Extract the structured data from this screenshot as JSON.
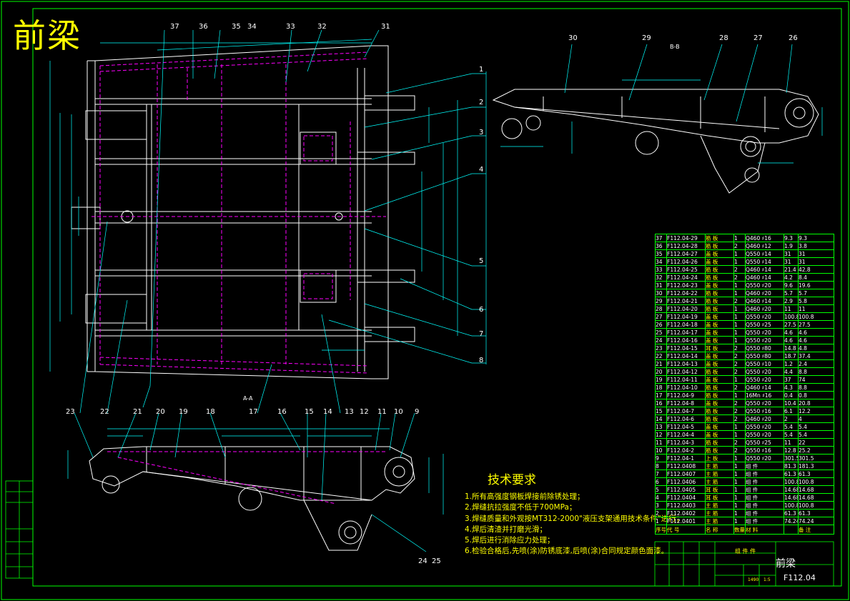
{
  "title": "前梁",
  "tech_requirements": {
    "heading": "技术要求",
    "lines": [
      "1.所有高强度钢板焊接前除锈处理；",
      "2.焊缝抗拉强度不低于700MPa；",
      "3.焊缝质量和外观按MT312-2000\"液压支架通用技术条件\"进行；",
      "4.焊后清渣并打磨光滑；",
      "5.焊后进行消除应力处理；",
      "6.检验合格后,先喷(涂)防锈底漆,后喷(涂)合同规定颜色面漆。"
    ]
  },
  "callouts_top": [
    "37",
    "36",
    "35",
    "34",
    "33",
    "32",
    "31",
    "30",
    "29",
    "28",
    "27",
    "26"
  ],
  "callouts_right": [
    "1",
    "2",
    "3",
    "4",
    "5",
    "6",
    "7",
    "8"
  ],
  "callouts_bottom": [
    "23",
    "22",
    "21",
    "20",
    "19",
    "18",
    "17",
    "16",
    "15",
    "14",
    "13",
    "12",
    "11",
    "10",
    "9",
    "24",
    "25"
  ],
  "section_labels": {
    "bb": "B-B",
    "aa": "A-A"
  },
  "bom": {
    "header": [
      "序号",
      "代 号",
      "名 称",
      "数量",
      "材 料",
      "",
      "备 注"
    ],
    "rows": [
      [
        "37",
        "F112.04-29",
        "筋 板",
        "1",
        "Q460 ♯16",
        "9.3",
        "9.3"
      ],
      [
        "36",
        "F112.04-28",
        "筋 板",
        "2",
        "Q460 ♯12",
        "1.9",
        "3.8"
      ],
      [
        "35",
        "F112.04-27",
        "盖 板",
        "1",
        "Q550 ♯14",
        "31",
        "31"
      ],
      [
        "34",
        "F112.04-26",
        "盖 板",
        "1",
        "Q550 ♯14",
        "31",
        "31"
      ],
      [
        "33",
        "F112.04-25",
        "筋 板",
        "2",
        "Q460 ♯14",
        "21.4",
        "42.8"
      ],
      [
        "32",
        "F112.04-24",
        "筋 板",
        "2",
        "Q460 ♯14",
        "4.2",
        "8.4"
      ],
      [
        "31",
        "F112.04-23",
        "盖 板",
        "1",
        "Q550 ♯20",
        "9.6",
        "19.6"
      ],
      [
        "30",
        "F112.04-22",
        "筋 板",
        "1",
        "Q460 ♯20",
        "5.7",
        "5.7"
      ],
      [
        "29",
        "F112.04-21",
        "筋 板",
        "2",
        "Q460 ♯14",
        "2.9",
        "5.8"
      ],
      [
        "28",
        "F112.04-20",
        "筋 板",
        "1",
        "Q460 ♯20",
        "11",
        "11"
      ],
      [
        "27",
        "F112.04-19",
        "盖 板",
        "1",
        "Q550 ♯20",
        "100.8",
        "100.8"
      ],
      [
        "26",
        "F112.04-18",
        "盖 板",
        "1",
        "Q550 ♯25",
        "27.5",
        "27.5"
      ],
      [
        "25",
        "F112.04-17",
        "盖 板",
        "1",
        "Q550 ♯20",
        "4.6",
        "4.6"
      ],
      [
        "24",
        "F112.04-16",
        "盖 板",
        "1",
        "Q550 ♯20",
        "4.6",
        "4.6"
      ],
      [
        "23",
        "F112.04-15",
        "耳 板",
        "2",
        "Q550 ♯80",
        "14.8",
        "4.8"
      ],
      [
        "22",
        "F112.04-14",
        "盖 板",
        "2",
        "Q550 ♯80",
        "18.7",
        "37.4"
      ],
      [
        "21",
        "F112.04-13",
        "盖 板",
        "2",
        "Q550 ♯10",
        "1.2",
        "2.4"
      ],
      [
        "20",
        "F112.04-12",
        "筋 板",
        "2",
        "Q550 ♯20",
        "4.4",
        "8.8"
      ],
      [
        "19",
        "F112.04-11",
        "盖 板",
        "1",
        "Q550 ♯20",
        "37",
        "74"
      ],
      [
        "18",
        "F112.04-10",
        "筋 板",
        "2",
        "Q460 ♯14",
        "4.3",
        "8.8"
      ],
      [
        "17",
        "F112.04-9",
        "筋 板",
        "1",
        "16Mn ♯16",
        "0.4",
        "0.8"
      ],
      [
        "16",
        "F112.04-8",
        "盖 板",
        "2",
        "Q550 ♯20",
        "10.4",
        "20.8"
      ],
      [
        "15",
        "F112.04-7",
        "筋 板",
        "2",
        "Q550 ♯16",
        "6.1",
        "12.2"
      ],
      [
        "14",
        "F112.04-6",
        "筋 板",
        "2",
        "Q460 ♯20",
        "2",
        "4"
      ],
      [
        "13",
        "F112.04-5",
        "盖 板",
        "1",
        "Q550 ♯20",
        "5.4",
        "5.4"
      ],
      [
        "12",
        "F112.04-4",
        "盖 板",
        "1",
        "Q550 ♯20",
        "5.4",
        "5.4"
      ],
      [
        "11",
        "F112.04-3",
        "筋 板",
        "2",
        "Q550 ♯25",
        "11",
        "22"
      ],
      [
        "10",
        "F112.04-2",
        "筋 板",
        "2",
        "Q550 ♯16",
        "12.8",
        "25.2"
      ],
      [
        "9",
        "F112.04-1",
        "上 板",
        "1",
        "Q550 ♯20",
        "301.5",
        "301.5"
      ],
      [
        "8",
        "F112.0408",
        "主 筋",
        "1",
        "组 件",
        "81.3",
        "181.3"
      ],
      [
        "7",
        "F112.0407",
        "主 筋",
        "1",
        "组 件",
        "61.3",
        "61.3"
      ],
      [
        "6",
        "F112.0406",
        "主 筋",
        "1",
        "组 件",
        "100.8",
        "100.8"
      ],
      [
        "5",
        "F112.0405",
        "耳 板",
        "1",
        "组 件",
        "14.68",
        "14.68"
      ],
      [
        "4",
        "F112.0404",
        "耳 板",
        "1",
        "组 件",
        "14.68",
        "14.68"
      ],
      [
        "3",
        "F112.0403",
        "主 筋",
        "1",
        "组 件",
        "100.8",
        "100.8"
      ],
      [
        "2",
        "F112.0402",
        "主 筋",
        "1",
        "组 件",
        "61.3",
        "61.3"
      ],
      [
        "1",
        "F112.0401",
        "主 筋",
        "1",
        "组 件",
        "74.24",
        "74.24"
      ]
    ]
  },
  "title_block": {
    "name": "前梁",
    "code": "F112.04",
    "assembly_label": "组 件 件",
    "weight": "1490",
    "scale": "1:5"
  },
  "colors": {
    "background": "#000000",
    "outline": "#ffffff",
    "border": "#00ff00",
    "dim": "#00ffff",
    "hidden": "#ff00ff",
    "text": "#ffff00"
  }
}
